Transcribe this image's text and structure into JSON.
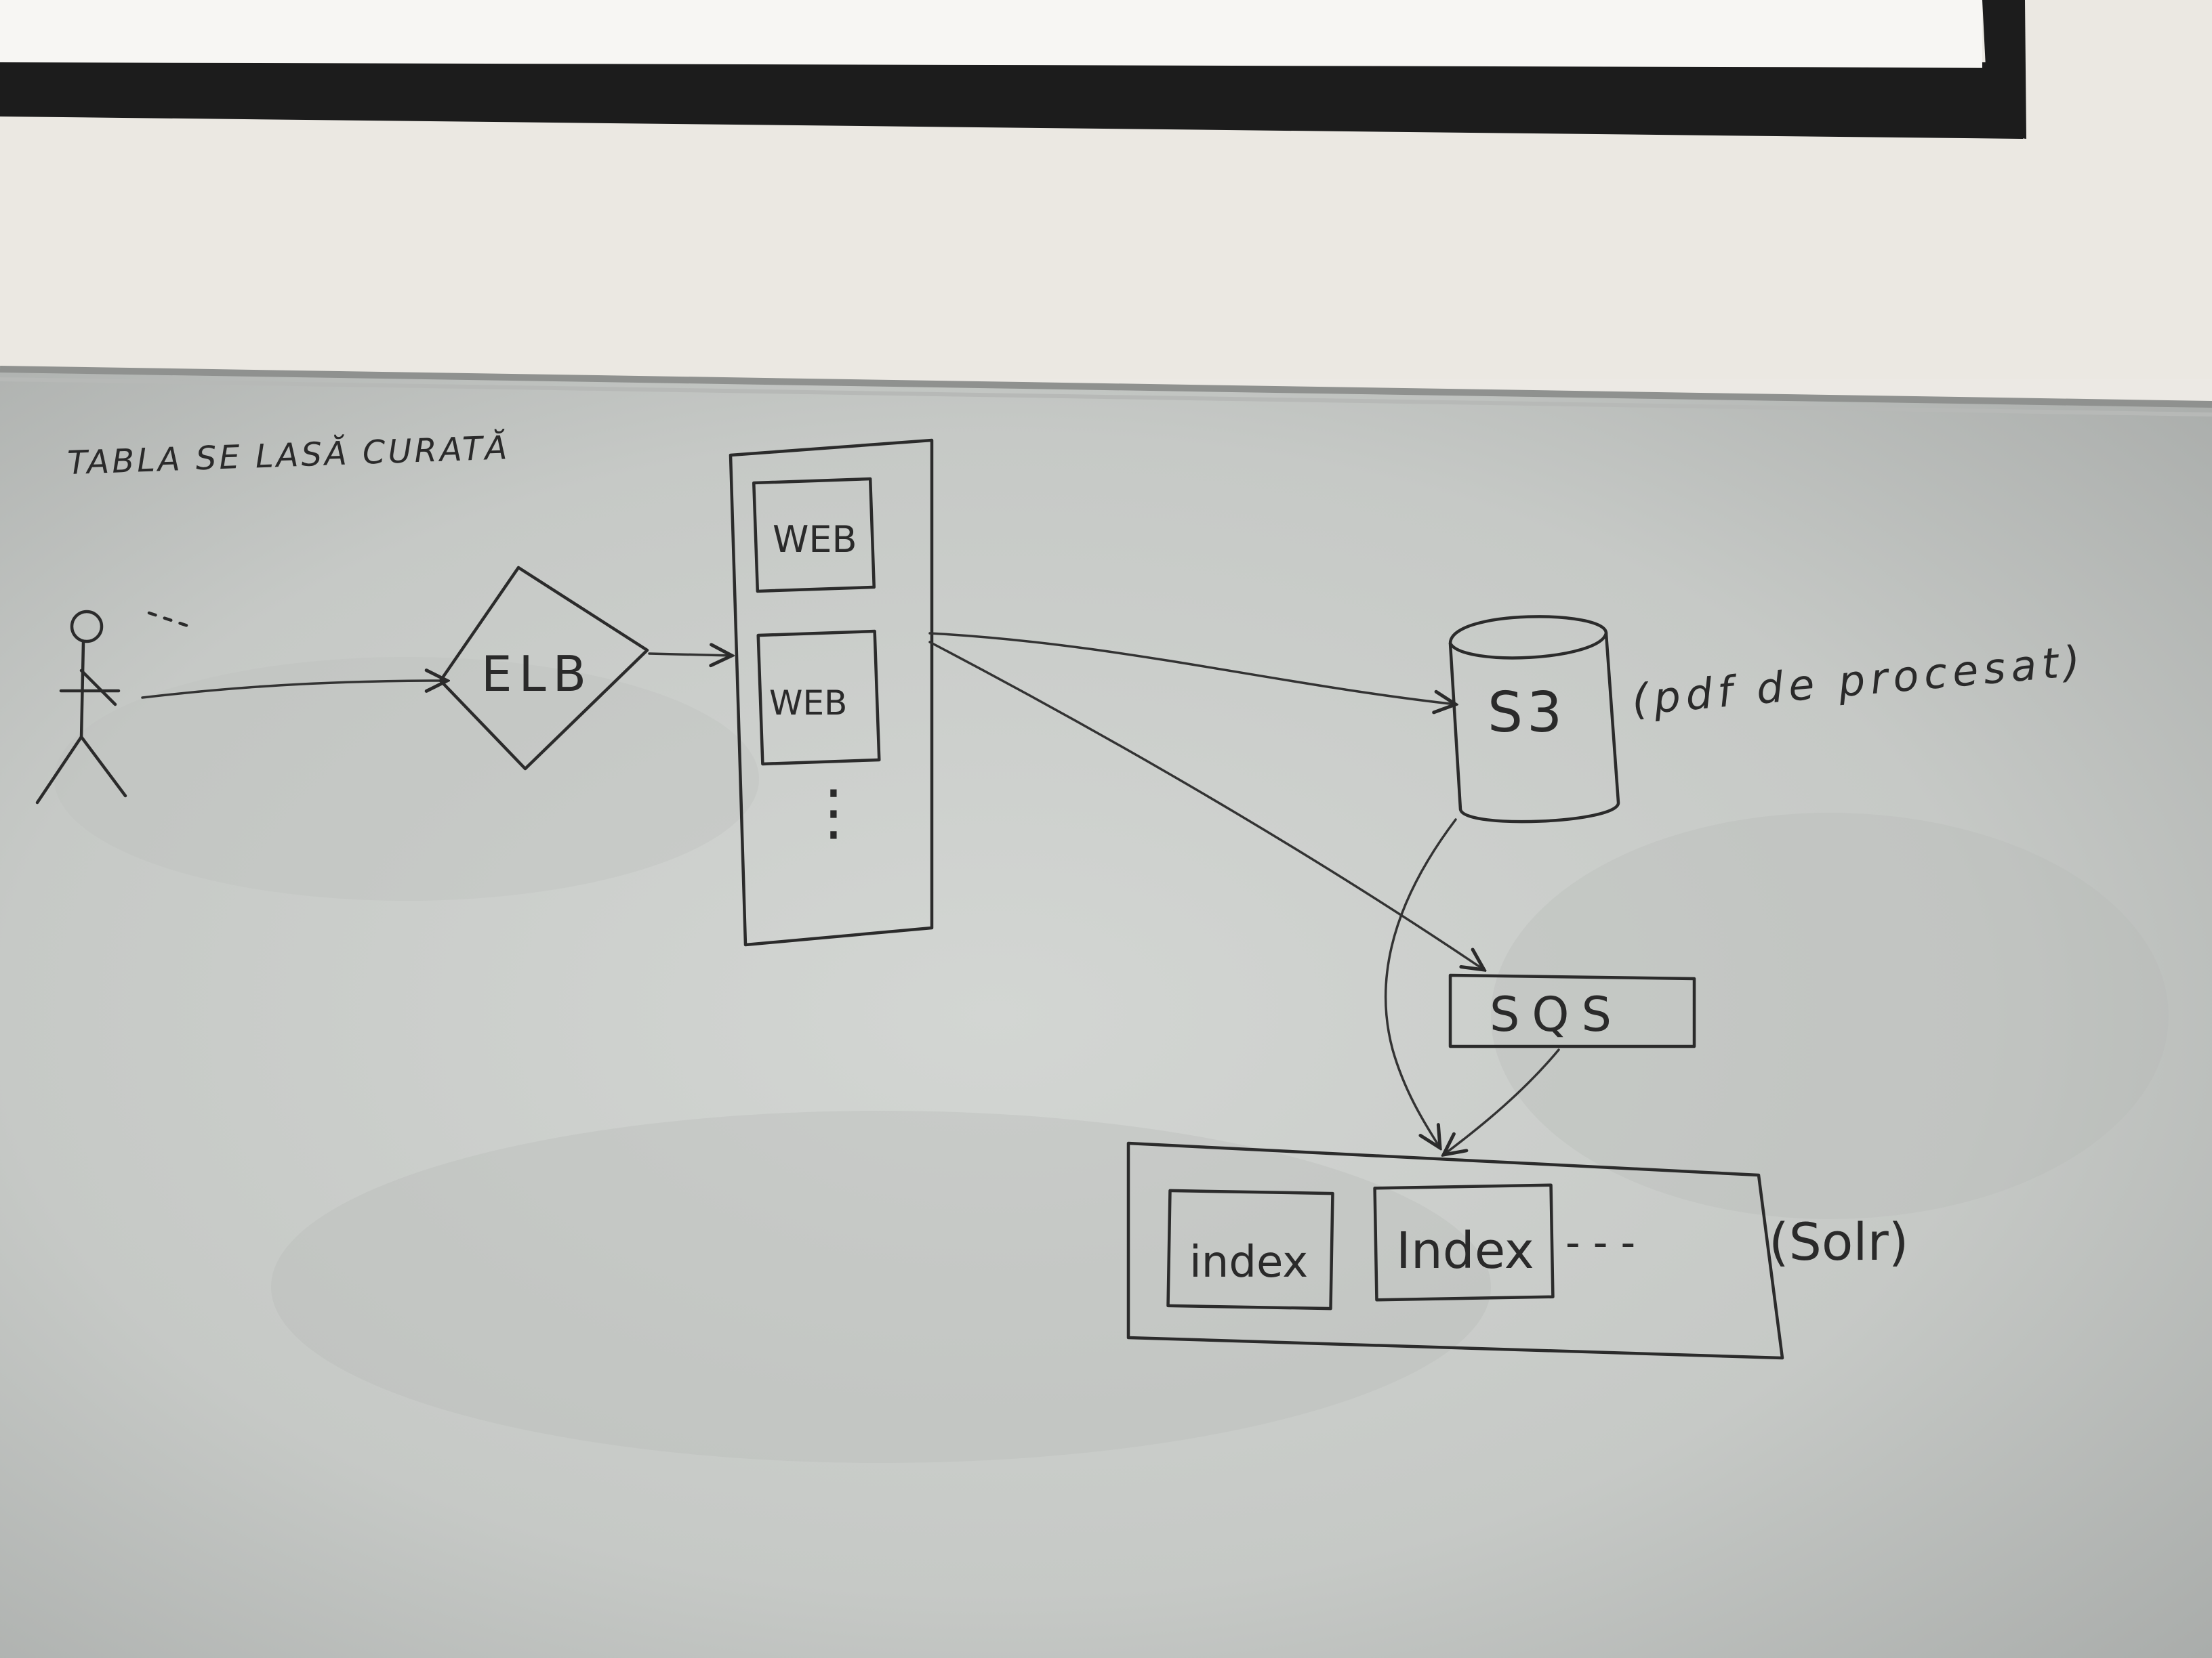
{
  "header_note": "TABLA SE LASĂ CURATĂ",
  "nodes": {
    "elb": "ELB",
    "web_1": "WEB",
    "web_2": "WEB",
    "web_more": "⋮",
    "s3": "S3",
    "s3_note": "(pdf de procesat)",
    "sqs": "SQS",
    "index_1": "index",
    "index_2": "Index",
    "index_more": "- - -",
    "solr_note": "(Solr)"
  },
  "colors": {
    "wall": "#ece9e4",
    "board": "#c9ccc9",
    "frame": "#1c1c1c",
    "ink": "#2b2b2b"
  }
}
